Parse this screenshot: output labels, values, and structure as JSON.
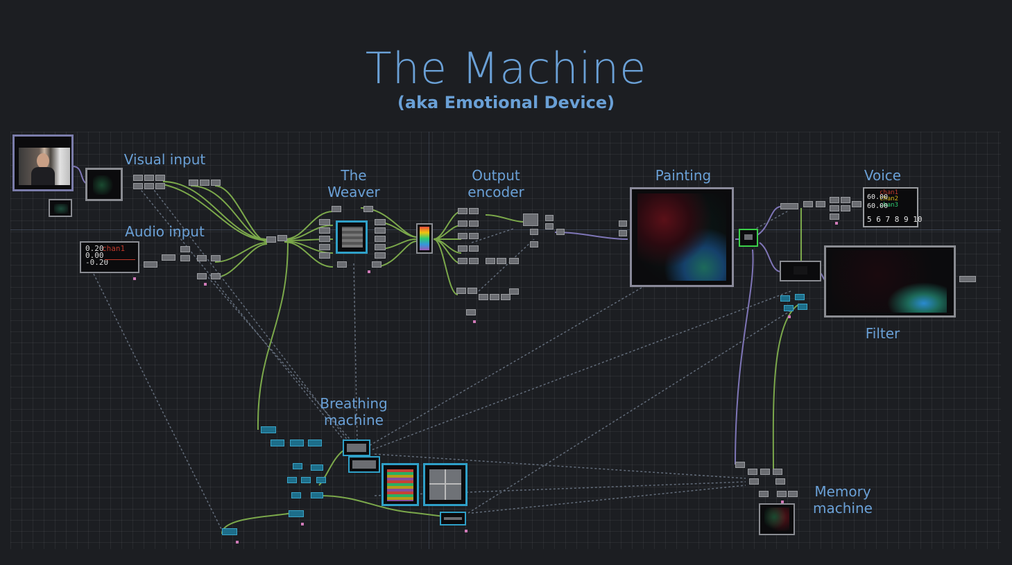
{
  "header": {
    "title": "The Machine",
    "subtitle": "(aka Emotional Device)"
  },
  "sections": {
    "visual_input": "Visual input",
    "audio_input": "Audio input",
    "weaver": [
      "The",
      "Weaver"
    ],
    "output_encoder": [
      "Output",
      "encoder"
    ],
    "painting": "Painting",
    "voice": "Voice",
    "filter": "Filter",
    "breathing_machine": [
      "Breathing",
      "machine"
    ],
    "memory_machine": [
      "Memory",
      "machine"
    ]
  },
  "audio_viewer": {
    "channel": "chan1",
    "values": [
      "0.20",
      "0.00",
      "-0.20"
    ]
  },
  "voice_viewer": {
    "channels": [
      "chan1",
      "chan2",
      "chan3"
    ],
    "readout": [
      "60.00",
      "60.00"
    ],
    "indices": "5 6 7 8 9 10"
  },
  "colors": {
    "background": "#1c1e22",
    "label": "#6aa0d6",
    "wire_green": "#8cc152",
    "wire_purple": "#8a7fc8",
    "wire_dashed": "#6f7a8a",
    "node_grey": "#6b6d72",
    "node_teal": "#1d6e8a",
    "highlight_green": "#3bd14a"
  }
}
